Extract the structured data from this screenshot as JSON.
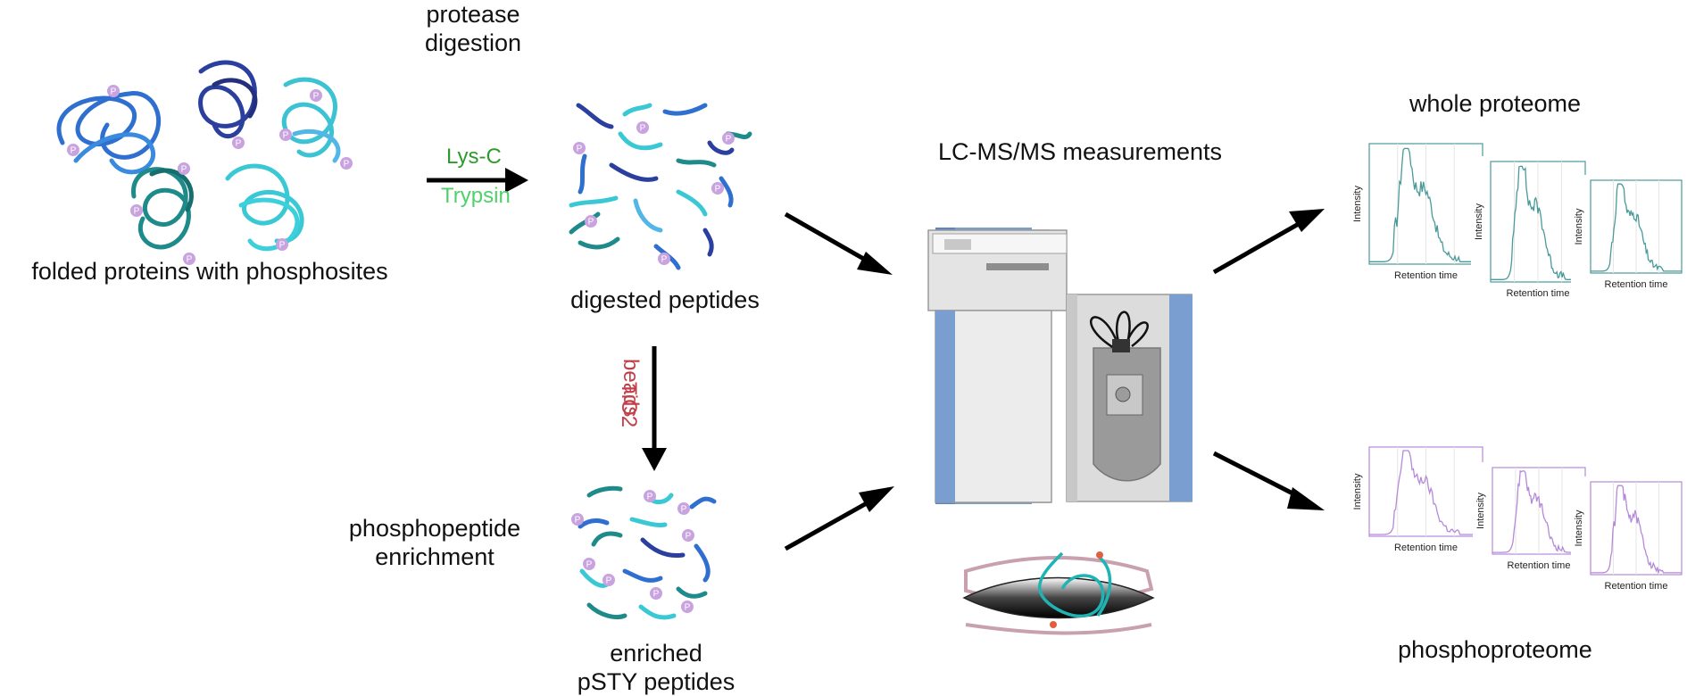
{
  "labels": {
    "folded_proteins": "folded proteins with phosphosites",
    "protease_digestion": [
      "protease",
      "digestion"
    ],
    "digested_peptides": "digested peptides",
    "phosphopeptide_enrichment": [
      "phosphopeptide",
      "enrichment"
    ],
    "enriched_peptides": [
      "enriched",
      "pSTY peptides"
    ],
    "lcms": "LC-MS/MS measurements",
    "whole_proteome": "whole proteome",
    "phosphoproteome": "phosphoproteome"
  },
  "enzymes": {
    "lys_c": "Lys-C",
    "trypsin": "Trypsin",
    "tio2": "TiO2",
    "beads": "beads"
  },
  "phospho_marker": "P",
  "chromatograms": {
    "x_label": "Retention time",
    "y_label": "Intensity"
  },
  "colors": {
    "lys_c": "#2e9a2e",
    "trypsin": "#4fd06a",
    "tio2": "#c0404a",
    "whole_proteome_trace": "#4a9a9a",
    "phosphoproteome_trace": "#b48ad8",
    "phospho_marker": "#c9a3e0",
    "peptide_palette": [
      "#2f6fcf",
      "#2b3f9f",
      "#1e8a8a",
      "#3bc3d3",
      "#53b6e6"
    ]
  }
}
